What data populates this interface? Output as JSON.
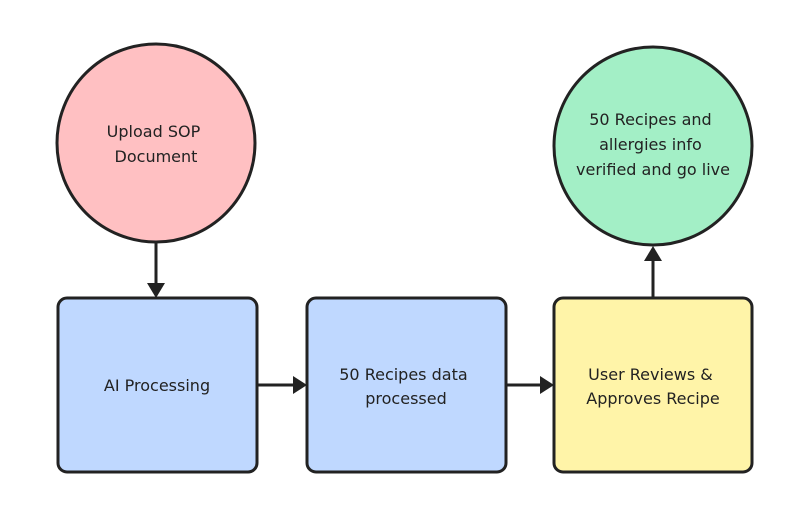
{
  "nodes": {
    "upload": {
      "lines": [
        "Upload SOP",
        "Document"
      ],
      "fill": "#ffc0c2",
      "shape": "circle"
    },
    "ai": {
      "lines": [
        "AI Processing"
      ],
      "fill": "#bfd8ff",
      "shape": "rounded-rect"
    },
    "processed": {
      "lines": [
        "50 Recipes data",
        "processed"
      ],
      "fill": "#bfd8ff",
      "shape": "rounded-rect"
    },
    "review": {
      "lines": [
        "User Reviews &",
        "Approves Recipe"
      ],
      "fill": "#fff4a8",
      "shape": "rounded-rect"
    },
    "live": {
      "lines": [
        "50 Recipes and",
        "allergies info",
        "verified and go live"
      ],
      "fill": "#a3efc6",
      "shape": "circle"
    }
  },
  "edges": [
    {
      "from": "upload",
      "to": "ai"
    },
    {
      "from": "ai",
      "to": "processed"
    },
    {
      "from": "processed",
      "to": "review"
    },
    {
      "from": "review",
      "to": "live"
    }
  ],
  "colors": {
    "stroke": "#222222",
    "text": "#222222"
  }
}
